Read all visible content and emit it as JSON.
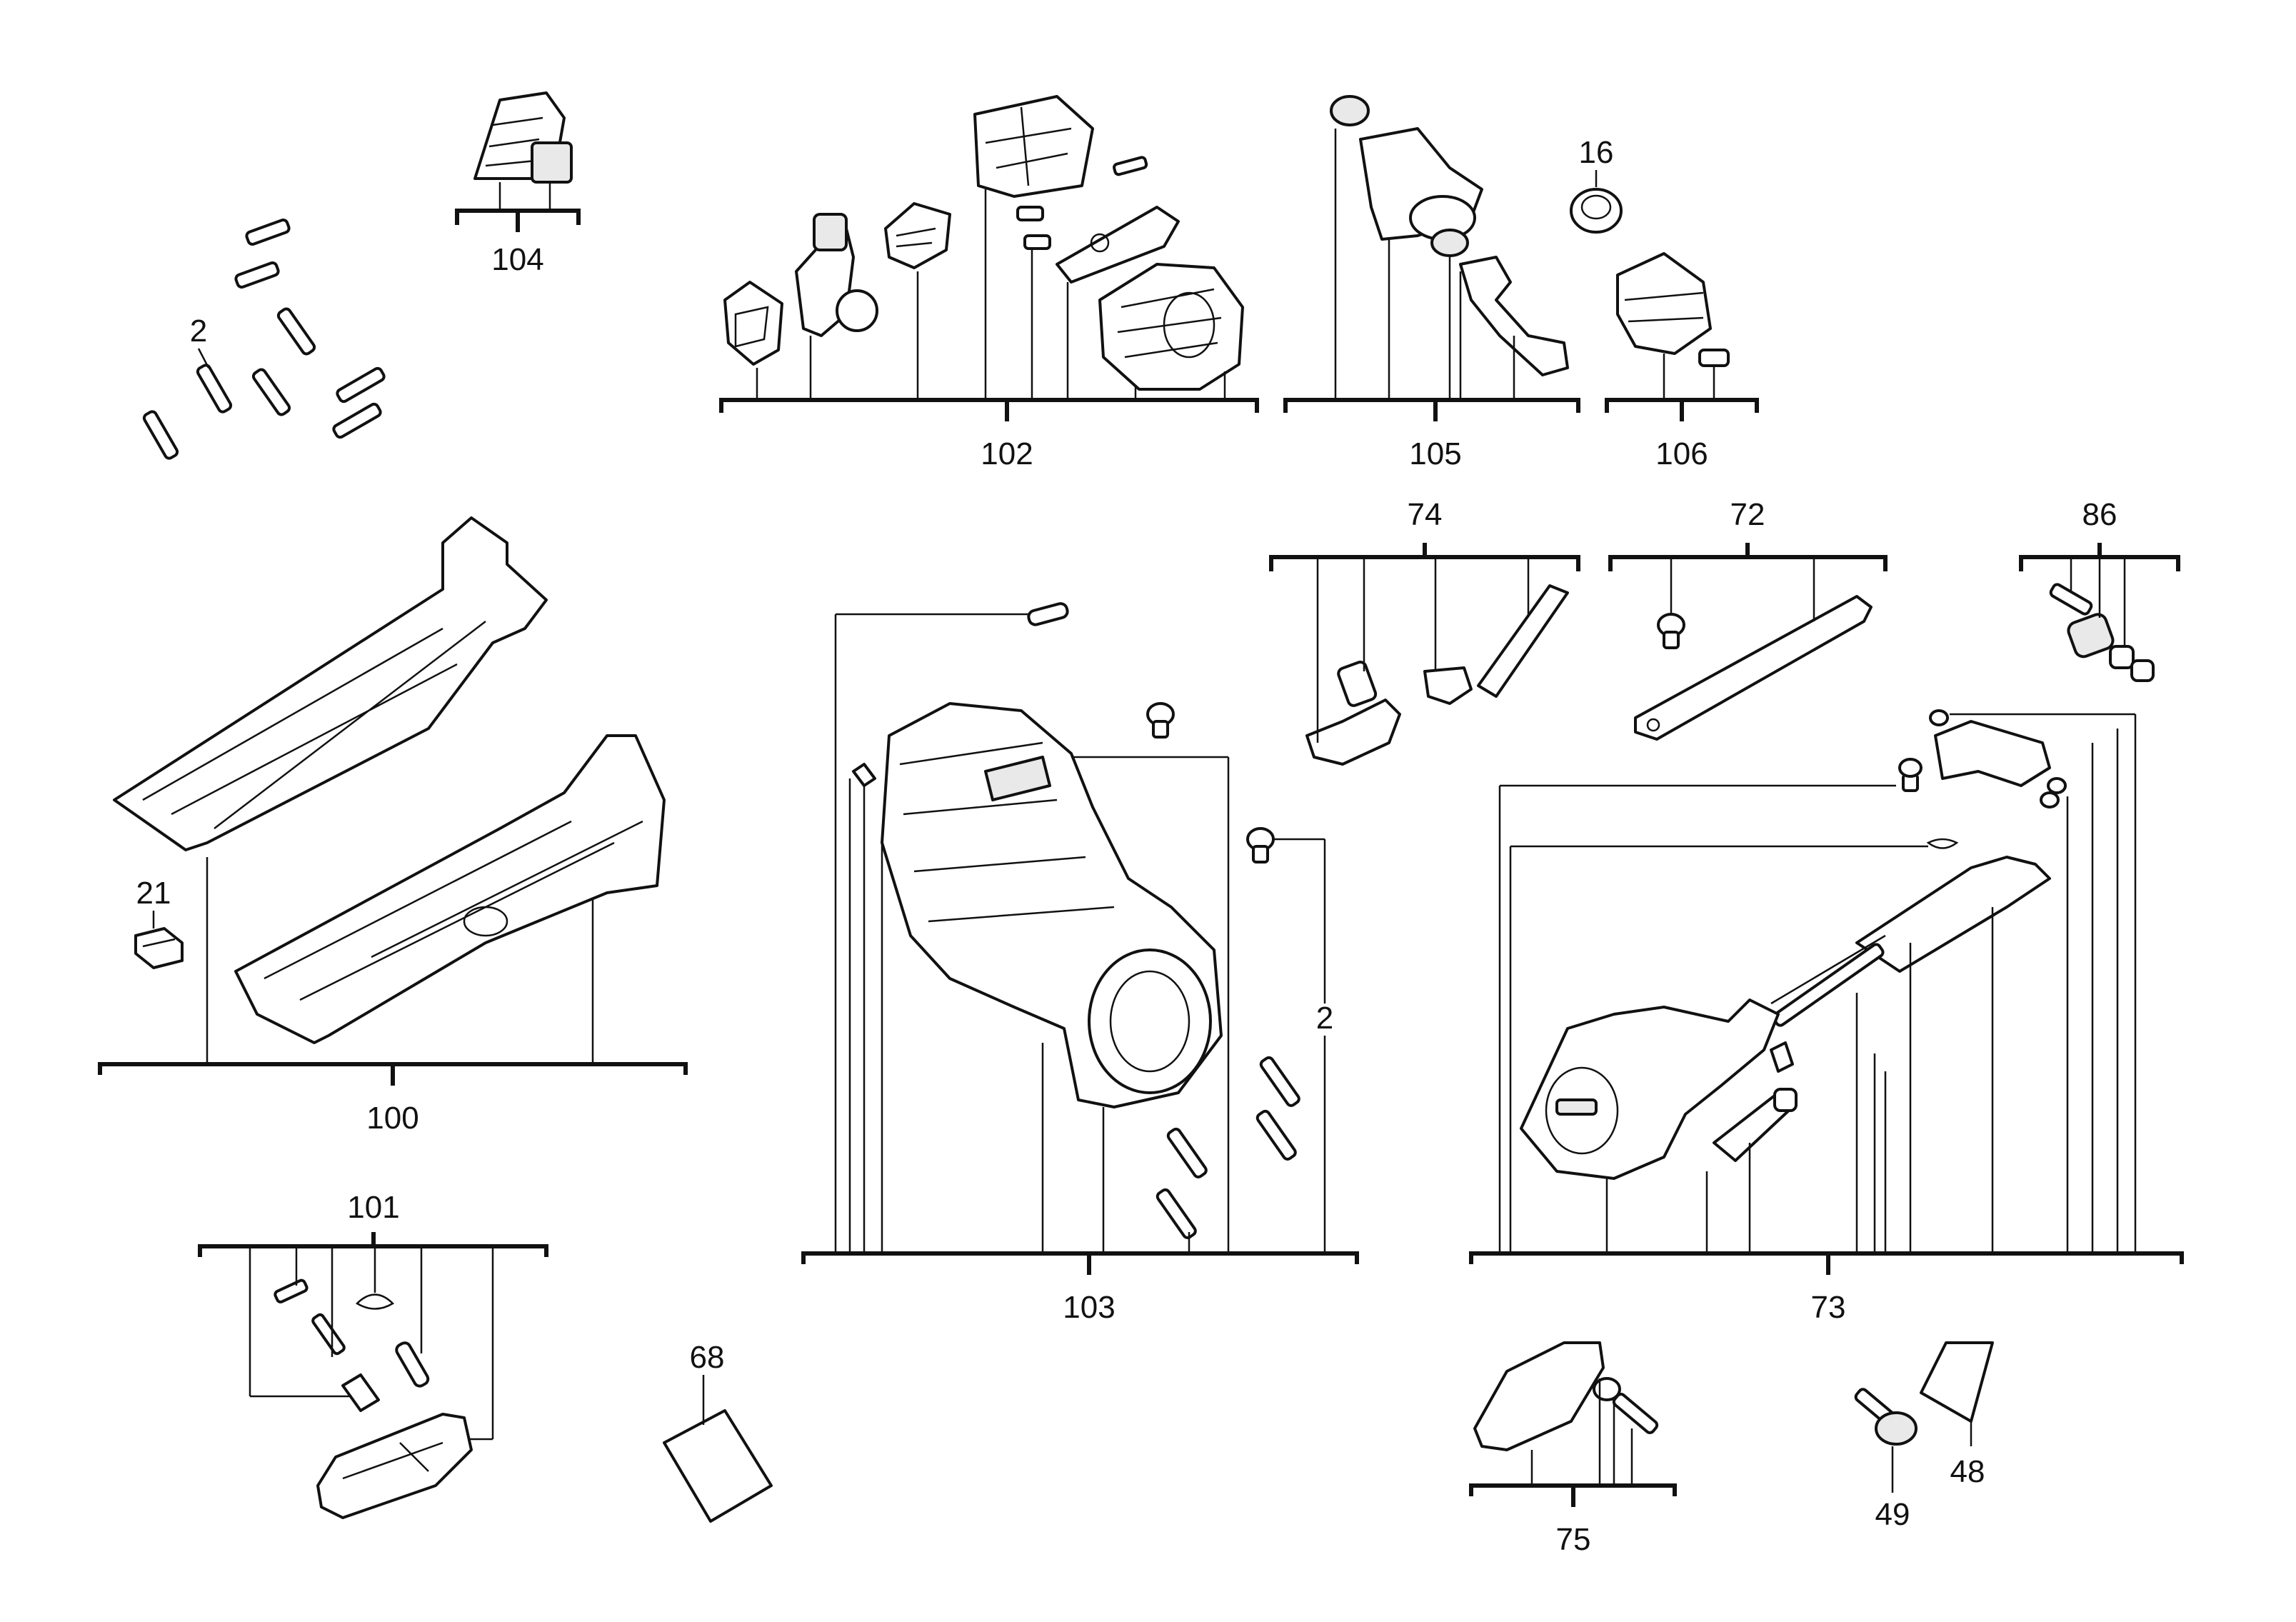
{
  "labels": {
    "l2a": "2",
    "l104": "104",
    "l102": "102",
    "l105": "105",
    "l16": "16",
    "l106": "106",
    "l74": "74",
    "l72": "72",
    "l86": "86",
    "l21": "21",
    "l100": "100",
    "l2b": "2",
    "l103": "103",
    "l73": "73",
    "l101": "101",
    "l68": "68",
    "l75": "75",
    "l49": "49",
    "l48": "48"
  }
}
